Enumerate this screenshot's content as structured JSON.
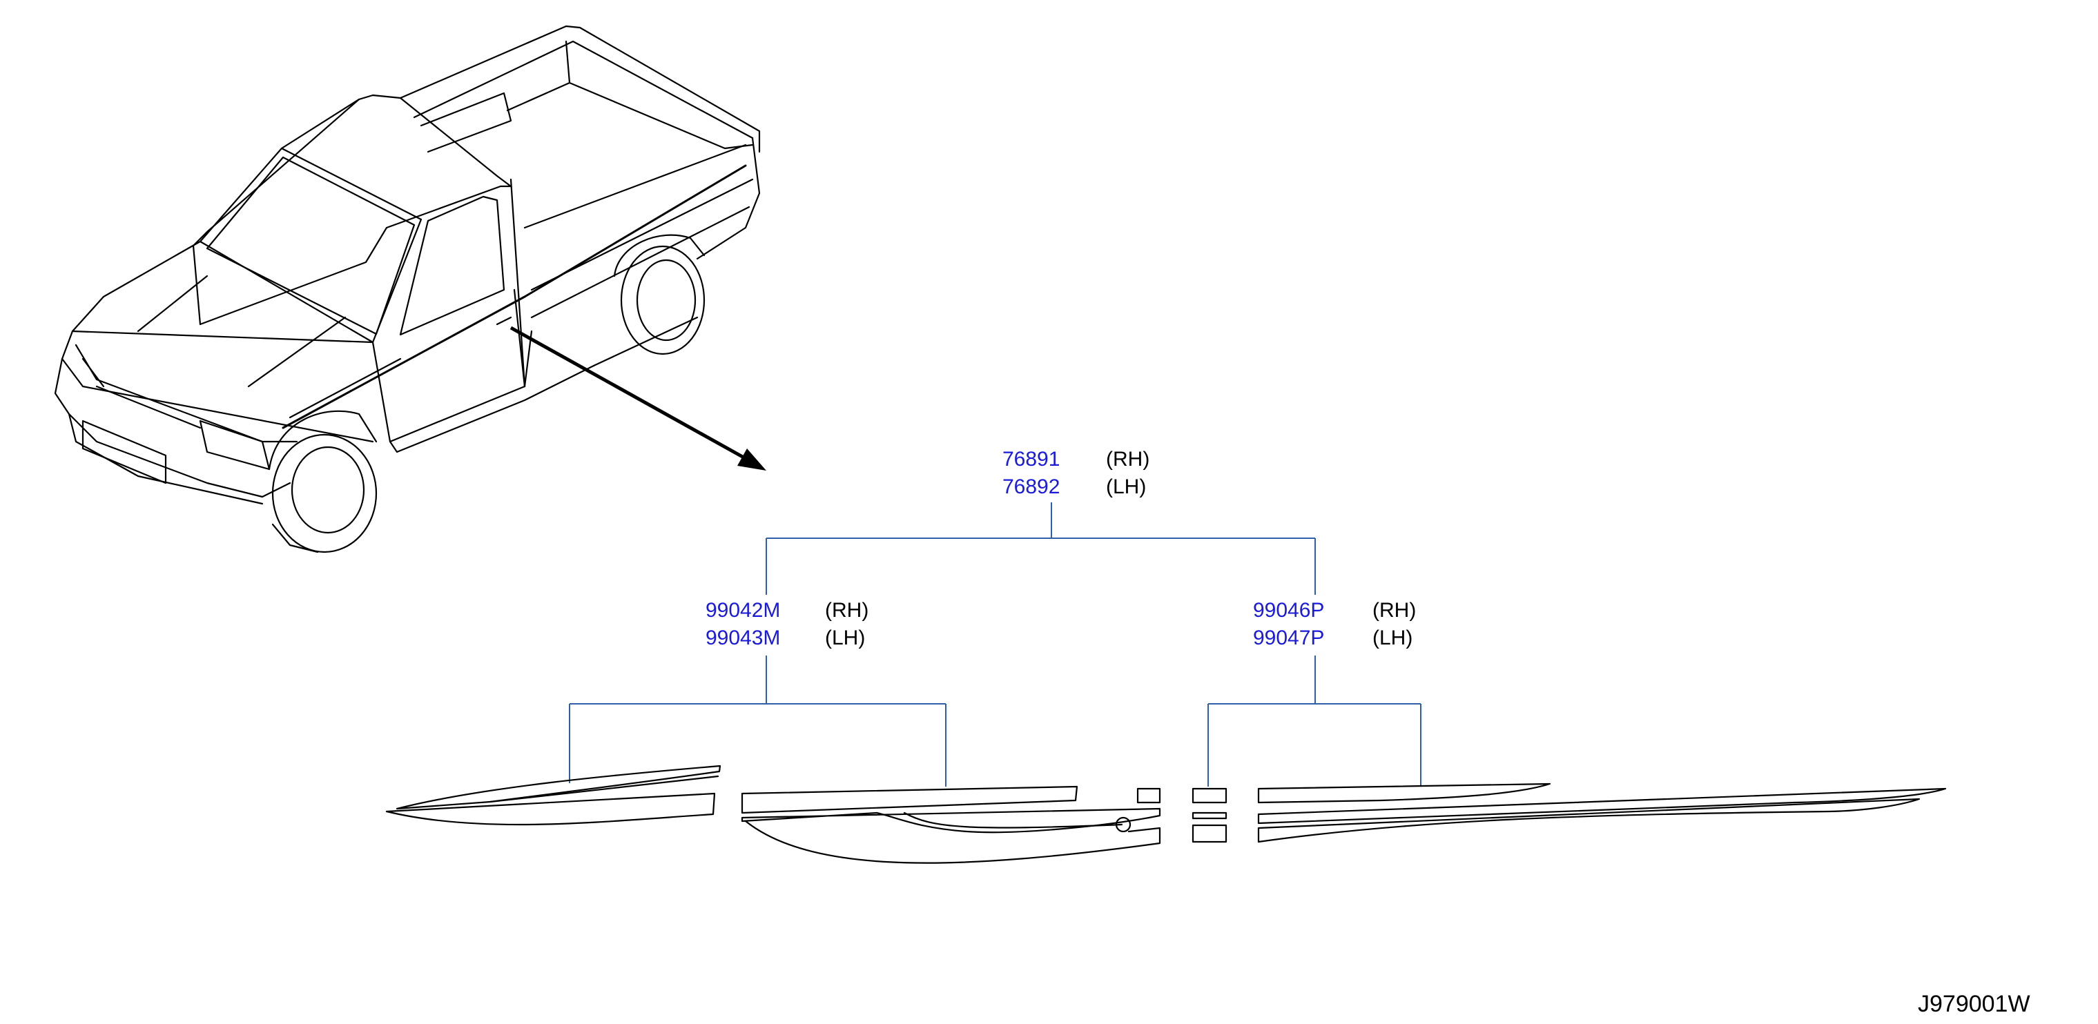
{
  "parts": {
    "main_rh": {
      "number": "76891",
      "side": "(RH)"
    },
    "main_lh": {
      "number": "76892",
      "side": "(LH)"
    },
    "front_rh": {
      "number": "99042M",
      "side": "(RH)"
    },
    "front_lh": {
      "number": "99043M",
      "side": "(LH)"
    },
    "rear_rh": {
      "number": "99046P",
      "side": "(RH)"
    },
    "rear_lh": {
      "number": "99047P",
      "side": "(LH)"
    }
  },
  "diagram_code": "J979001W",
  "colors": {
    "part_number": "#1a1adb",
    "leader_line": "#2f5fa8",
    "line_art": "#000000",
    "background": "#ffffff"
  }
}
